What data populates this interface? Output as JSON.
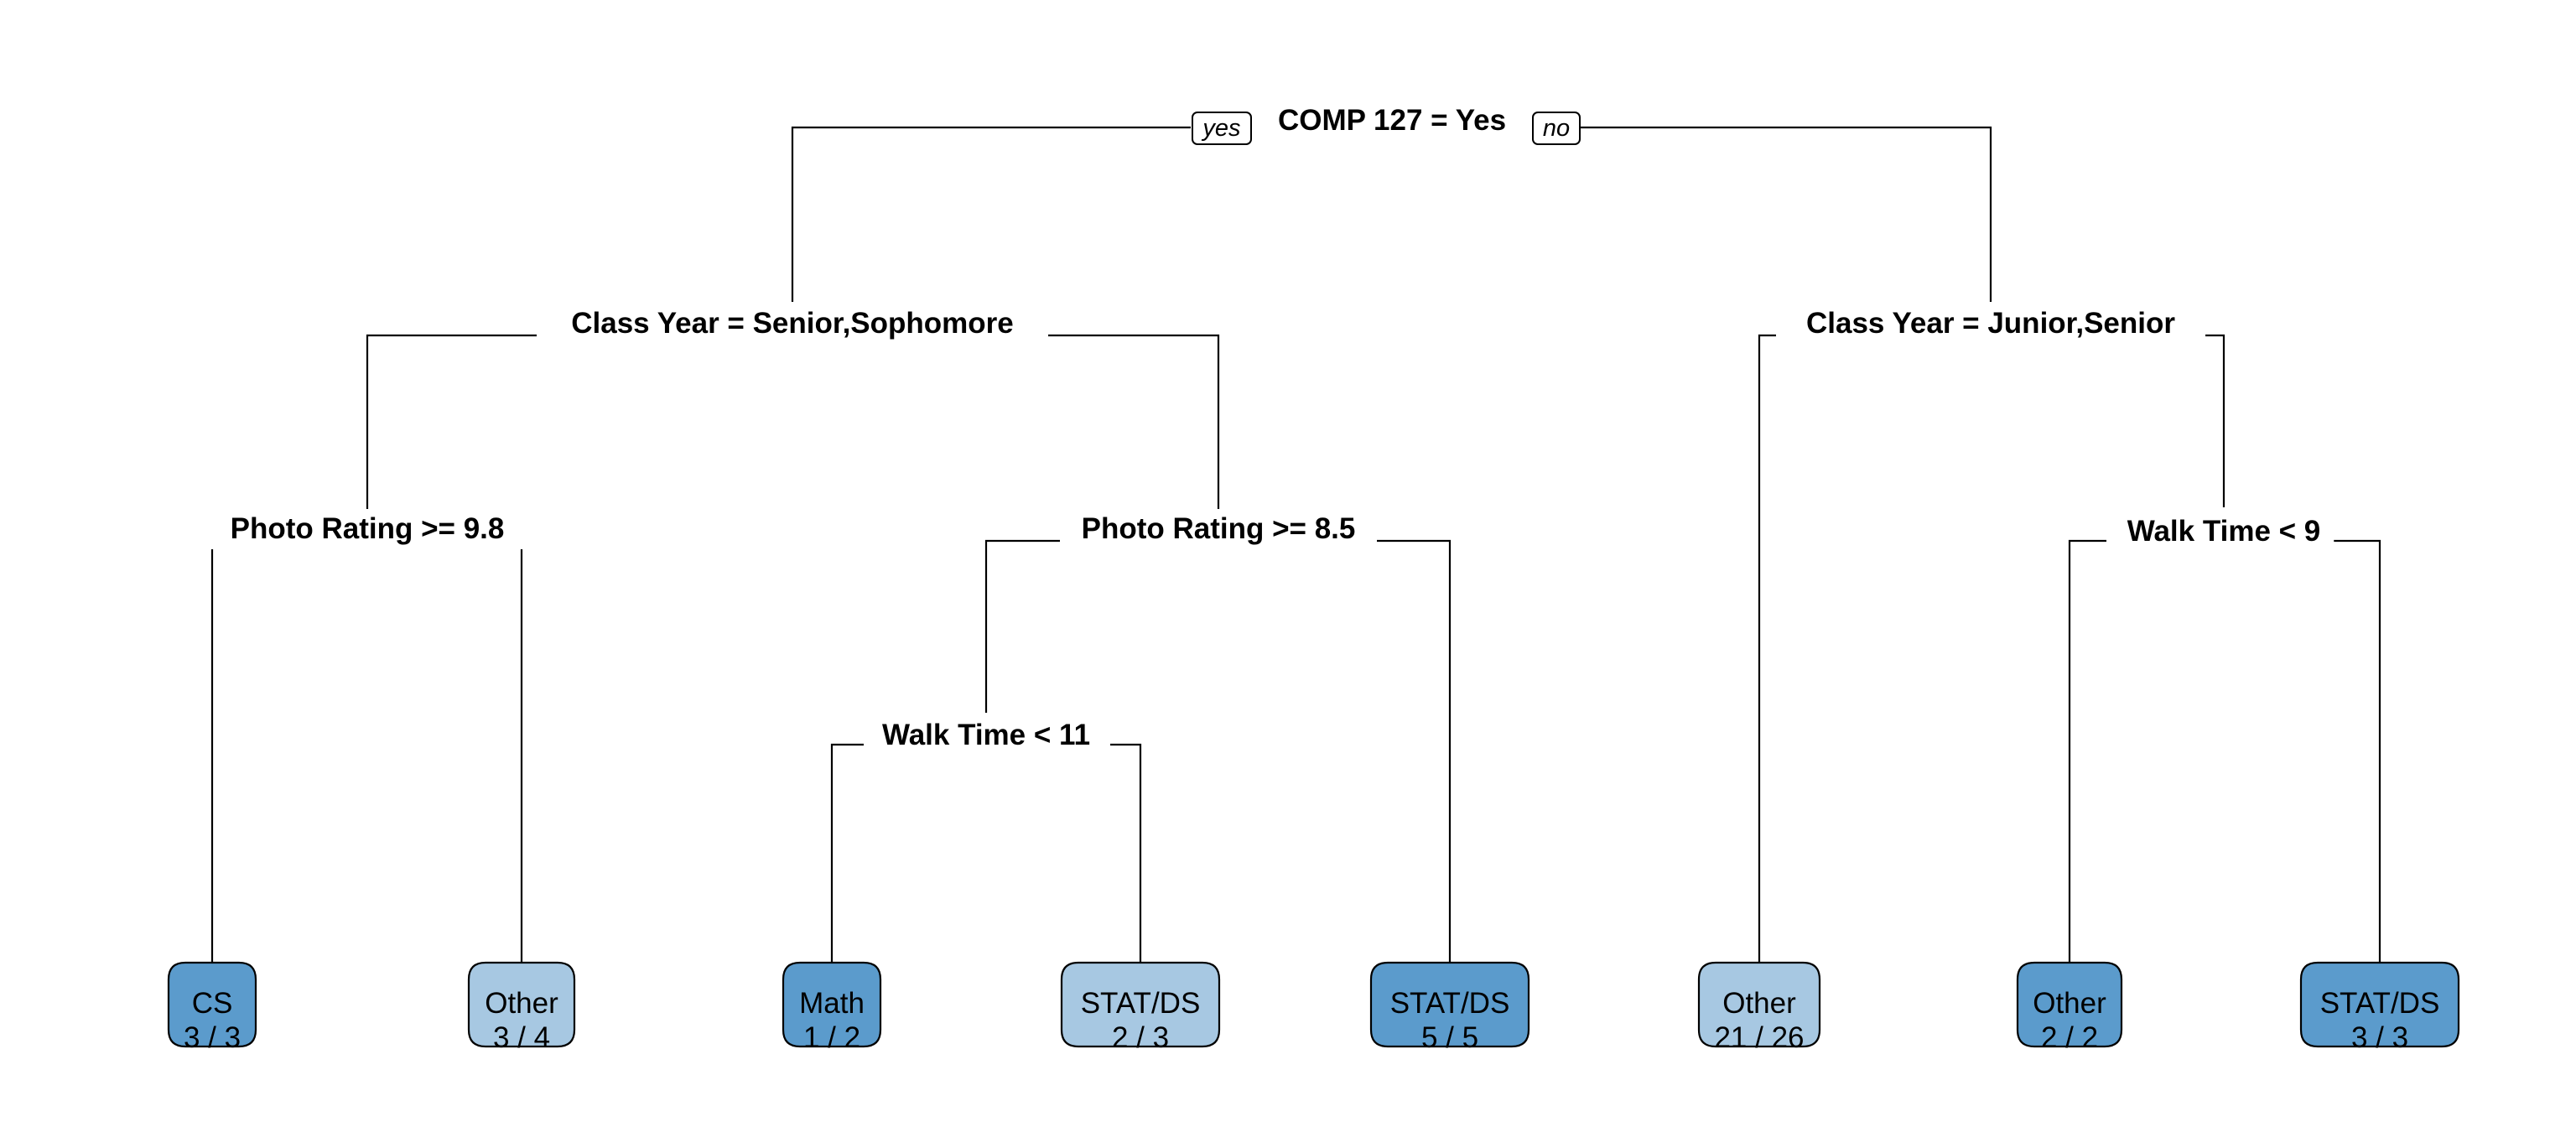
{
  "tree": {
    "branch_labels": {
      "yes": "yes",
      "no": "no"
    },
    "colors": {
      "leaf_dark": "#5b9bcc",
      "leaf_light": "#a7c8e2",
      "line": "#000000"
    },
    "splits": [
      {
        "id": "root",
        "label": "COMP 127 = Yes"
      },
      {
        "id": "n2",
        "label": "Class Year = Senior,Sophomore"
      },
      {
        "id": "n3",
        "label": "Class Year = Junior,Senior"
      },
      {
        "id": "n4",
        "label": "Photo Rating >= 9.8"
      },
      {
        "id": "n5",
        "label": "Photo Rating >= 8.5"
      },
      {
        "id": "n7",
        "label": "Walk Time < 9"
      },
      {
        "id": "n10",
        "label": "Walk Time < 11"
      }
    ],
    "leaves": [
      {
        "id": "leaf-cs",
        "class_label": "CS",
        "counts": "3 / 3",
        "shade": "dark"
      },
      {
        "id": "leaf-other-1",
        "class_label": "Other",
        "counts": "3 / 4",
        "shade": "light"
      },
      {
        "id": "leaf-math",
        "class_label": "Math",
        "counts": "1 / 2",
        "shade": "dark"
      },
      {
        "id": "leaf-statds-1",
        "class_label": "STAT/DS",
        "counts": "2 / 3",
        "shade": "light"
      },
      {
        "id": "leaf-statds-2",
        "class_label": "STAT/DS",
        "counts": "5 / 5",
        "shade": "dark"
      },
      {
        "id": "leaf-other-2",
        "class_label": "Other",
        "counts": "21 / 26",
        "shade": "light"
      },
      {
        "id": "leaf-other-3",
        "class_label": "Other",
        "counts": "2 / 2",
        "shade": "dark"
      },
      {
        "id": "leaf-statds-3",
        "class_label": "STAT/DS",
        "counts": "3 / 3",
        "shade": "dark"
      }
    ]
  }
}
